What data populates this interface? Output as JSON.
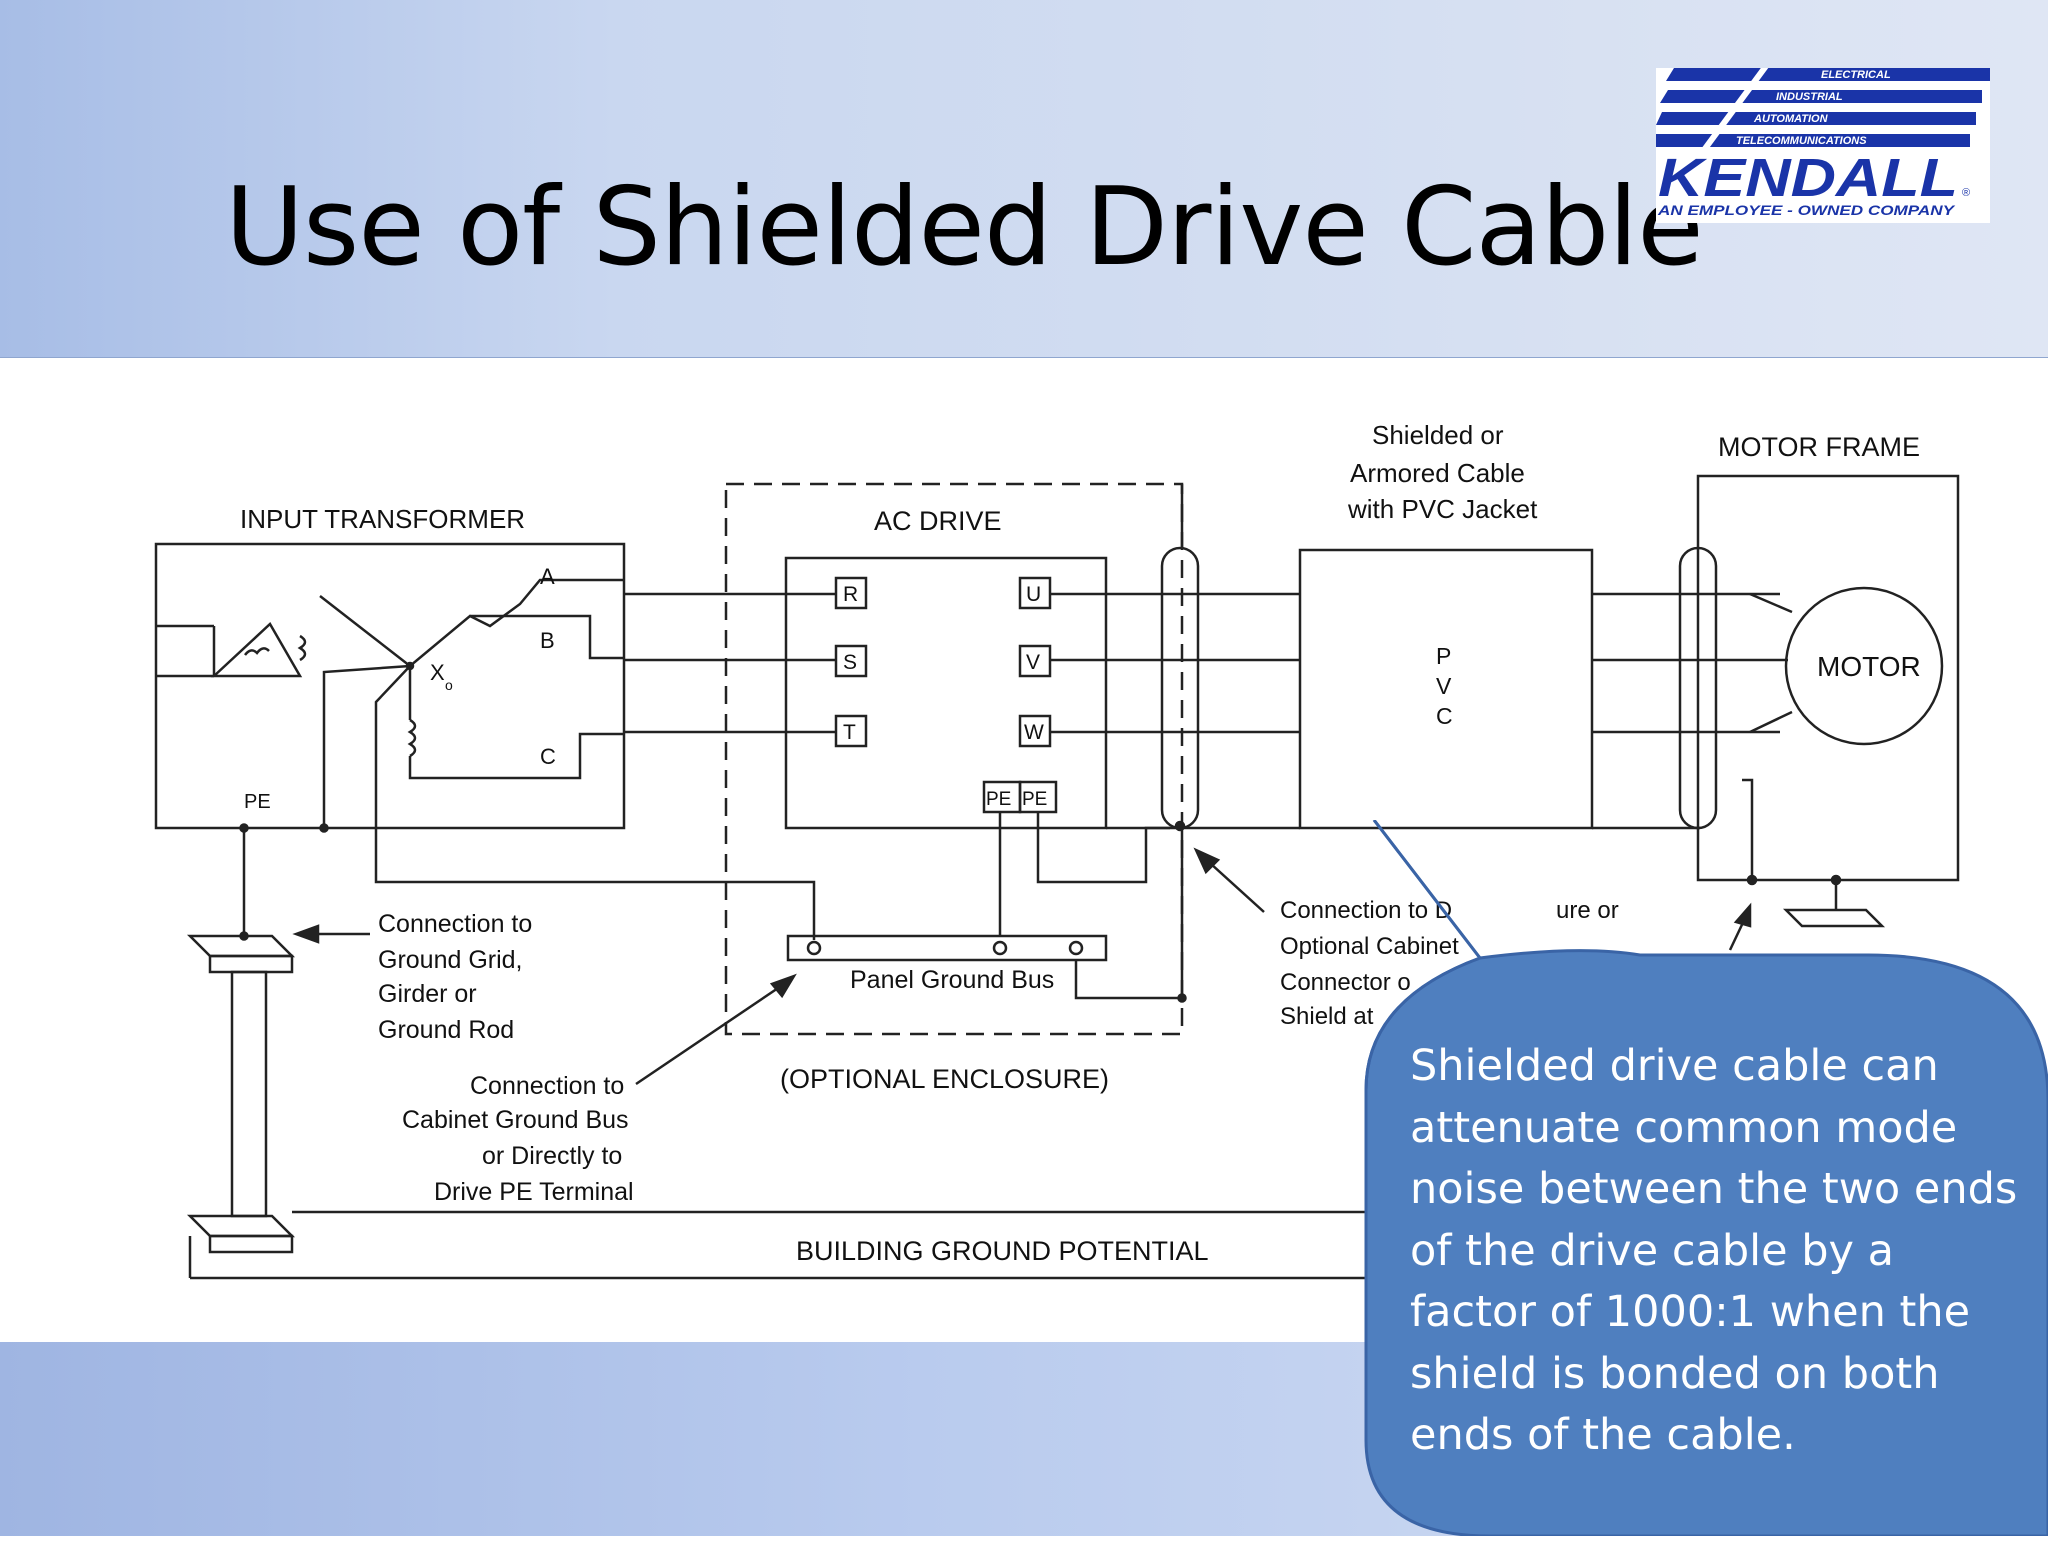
{
  "slide": {
    "title": "Use of Shielded Drive Cable",
    "logo": {
      "lines": [
        "ELECTRICAL",
        "INDUSTRIAL",
        "AUTOMATION",
        "TELECOMMUNICATIONS"
      ],
      "brand": "KENDALL",
      "registered": "®",
      "tagline": "AN EMPLOYEE - OWNED COMPANY",
      "color": "#1a34a8"
    },
    "callout": {
      "color": "#4f7fbf",
      "lines": [
        "Shielded drive cable can",
        "attenuate common mode",
        "noise between the two ends",
        "of the drive cable by a",
        "factor of 1000:1 when the",
        "shield is bonded on both",
        "ends of the cable."
      ]
    }
  },
  "diagram": {
    "input_transformer": "INPUT TRANSFORMER",
    "phase_a": "A",
    "phase_b": "B",
    "phase_c": "C",
    "neutral": "X",
    "neutral_sub": "o",
    "pe": "PE",
    "ac_drive": "AC DRIVE",
    "terminal_r": "R",
    "terminal_s": "S",
    "terminal_t": "T",
    "terminal_u": "U",
    "terminal_v": "V",
    "terminal_w": "W",
    "terminal_pe": "PE",
    "panel_ground_bus": "Panel Ground Bus",
    "optional_enclosure": "(OPTIONAL ENCLOSURE)",
    "cable_label": [
      "Shielded or",
      "Armored Cable",
      "with PVC Jacket"
    ],
    "pvc": [
      "P",
      "V",
      "C"
    ],
    "motor_frame": "MOTOR FRAME",
    "motor": "MOTOR",
    "ground_grid_note": [
      "Connection to",
      "Ground Grid,",
      "Girder or",
      "Ground Rod"
    ],
    "cabinet_note": [
      "Connection to",
      "Cabinet Ground Bus",
      "or Directly to",
      "Drive PE Terminal"
    ],
    "shield_note": [
      "Connection to D",
      "Optional Cabinet",
      "Connector o",
      "Shield at"
    ],
    "shield_note_tail": "ure or",
    "building_ground": "BUILDING GROUND POTENTIAL"
  }
}
